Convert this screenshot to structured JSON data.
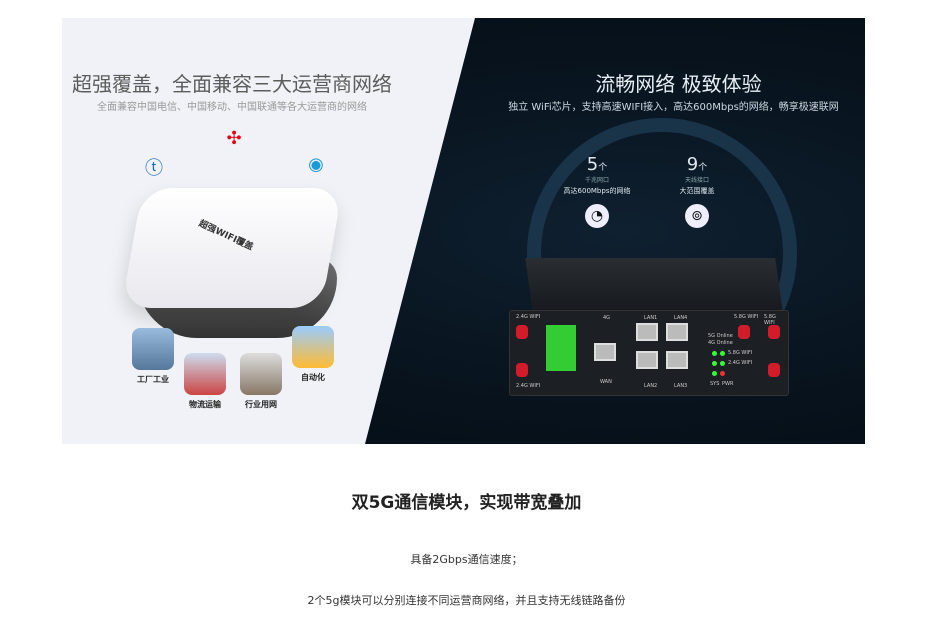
{
  "banner": {
    "left": {
      "title": "超强覆盖，全面兼容三大运营商网络",
      "subtitle": "全面兼容中国电信、中国移动、中国联通等各大运营商的网络",
      "plate_label": "超强WIFI覆盖",
      "applications": [
        "工厂工业",
        "物流运输",
        "行业用网",
        "自动化"
      ]
    },
    "right": {
      "title": "流畅网络 极致体验",
      "subtitle": "独立 WiFi芯片，支持高速WIFI接入，高达600Mbps的网络，畅享极速联网",
      "stats": [
        {
          "number": "5",
          "unit": "个",
          "small": "千兆网口",
          "desc": "高达600Mbps的网络"
        },
        {
          "number": "9",
          "unit": "个",
          "small": "天线接口",
          "desc": "大范围覆盖"
        }
      ],
      "router_labels": {
        "ant_tl": "2.4G WIFI",
        "ant_bl": "2.4G WIFI",
        "g4": "4G",
        "lan1": "LAN1",
        "lan4": "LAN4",
        "lan2": "LAN2",
        "lan3": "LAN3",
        "wan": "WAN",
        "online5": "5G Online",
        "online4": "4G Online",
        "wifi58": "5.8G WIFI",
        "wifi24": "2.4G WIFI",
        "sys": "SYS",
        "pwr": "PWR",
        "ant_tr1": "5.8G WIFI",
        "ant_tr2": "5.8G WIFI"
      }
    }
  },
  "content": {
    "heading": "双5G通信模块，实现带宽叠加",
    "para1": "具备2Gbps通信速度；",
    "para2": "2个5g模块可以分别连接不同运营商网络，并且支持无线链路备份"
  }
}
